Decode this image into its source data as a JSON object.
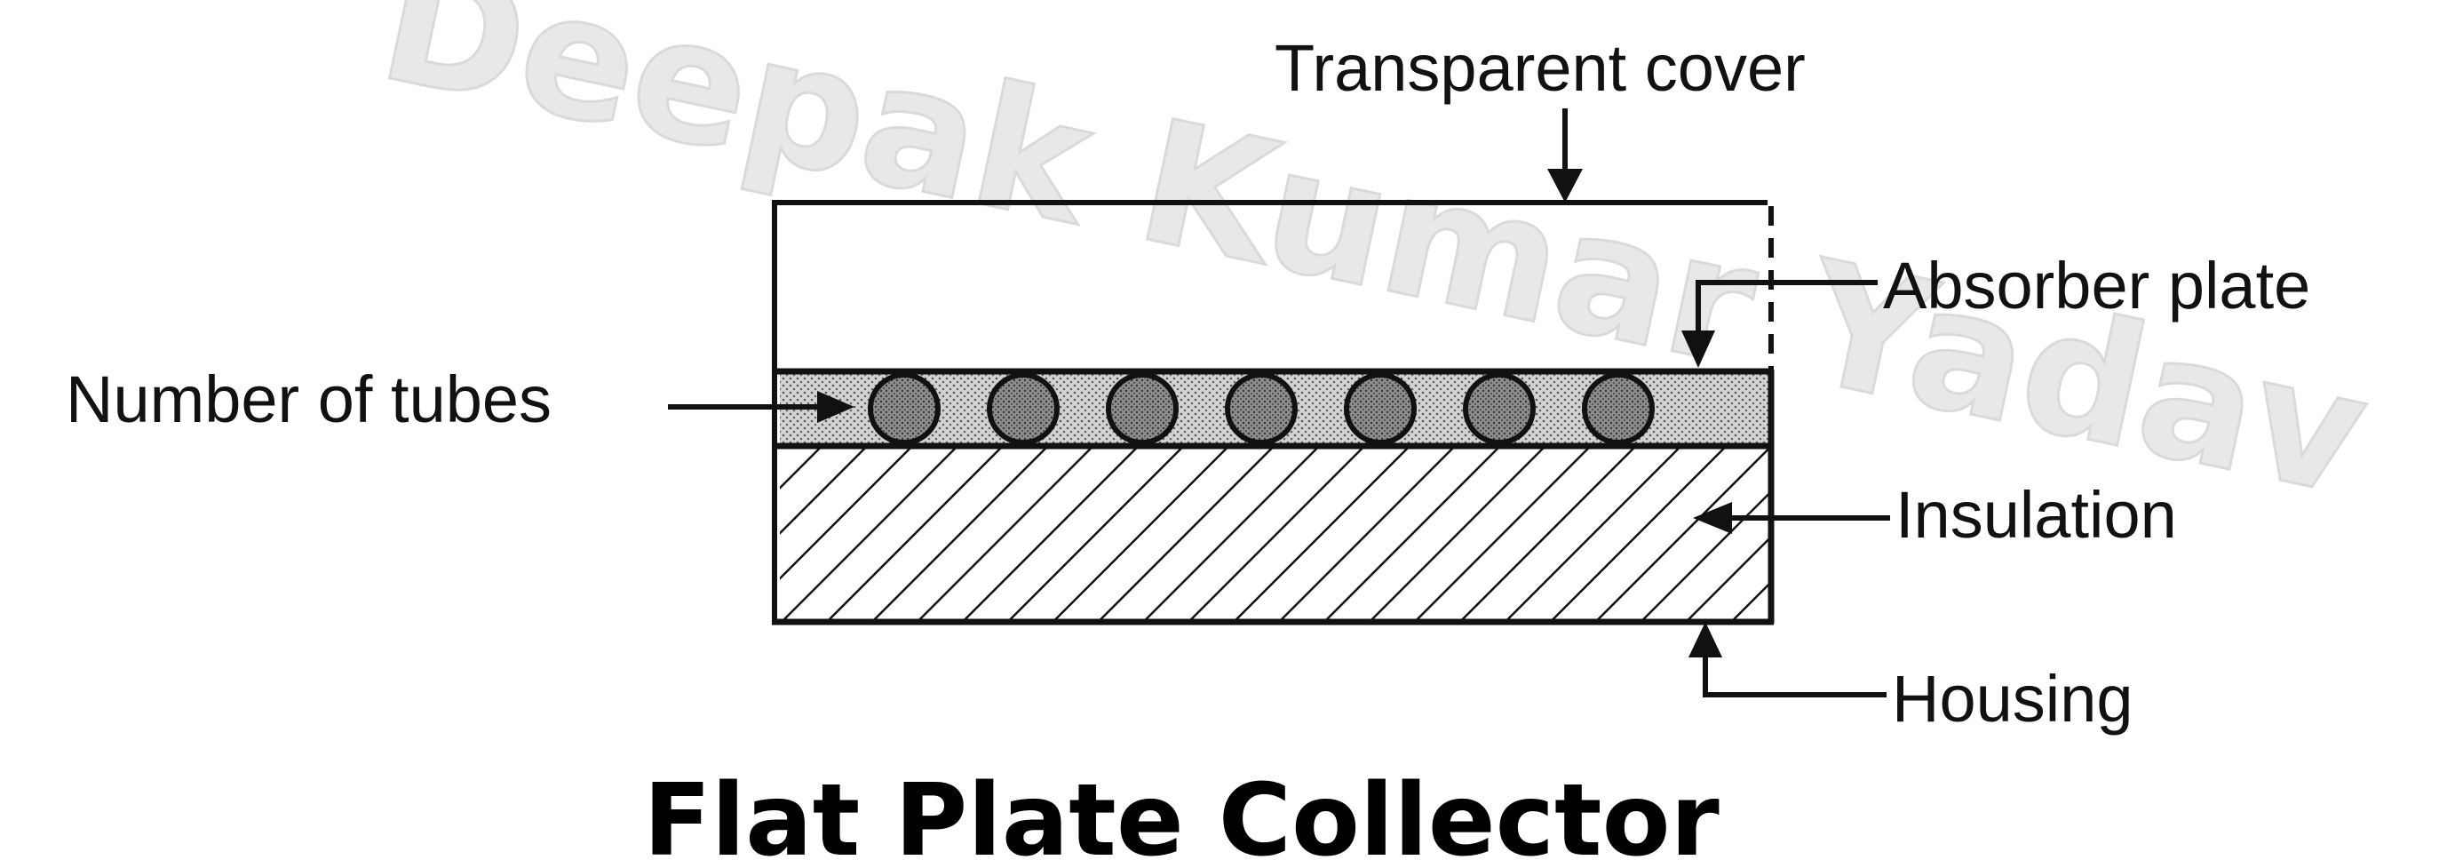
{
  "diagram": {
    "title": "Flat Plate Collector",
    "labels": {
      "transparent_cover": "Transparent cover",
      "absorber_plate": "Absorber plate",
      "number_of_tubes": "Number of tubes",
      "insulation": "Insulation",
      "housing": "Housing"
    },
    "watermark": "Deepak Kumar Yadav",
    "tube_count": 7,
    "colors": {
      "ink": "#111111",
      "absorber_fill": "#c4c4c4",
      "tube_fill": "#8a8a8a",
      "watermark": "#e8e8e8"
    }
  }
}
